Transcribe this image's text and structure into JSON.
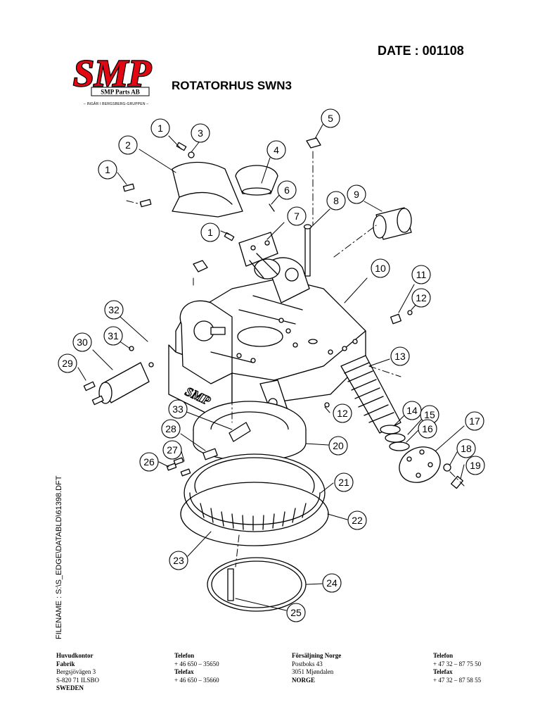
{
  "header": {
    "date": "DATE : 001108",
    "title": "ROTATORHUS SWN3",
    "logo_text": "SMP",
    "logo_subtitle": "SMP Parts AB",
    "logo_tagline": "– INGÅR I BERGSBERG-GRUPPEN –"
  },
  "filename": "FILENAME : S:\\S_EDGE\\DATABLD\\61398.DFT",
  "callouts": [
    "1",
    "3",
    "2",
    "1",
    "4",
    "5",
    "6",
    "7",
    "1",
    "8",
    "9",
    "10",
    "11",
    "12",
    "32",
    "31",
    "30",
    "29",
    "13",
    "12",
    "33",
    "14",
    "15",
    "16",
    "17",
    "28",
    "20",
    "27",
    "18",
    "26",
    "19",
    "21",
    "22",
    "23",
    "24",
    "25"
  ],
  "footer": {
    "col1": {
      "l1": "Huvudkontor",
      "l2": "Fabrik",
      "l3": "Bergsjövägen 3",
      "l4": "S-820 71 ILSBO",
      "l5": "SWEDEN"
    },
    "col2": {
      "l1": "Telefon",
      "l2": "+ 46 650 – 35650",
      "l3": "Telefax",
      "l4": "+ 46 650 – 35660"
    },
    "col3": {
      "l1": "Försäljning Norge",
      "l2": "Postboks 43",
      "l3": "3051 Mjøndalen",
      "l4": "NORGE"
    },
    "col4": {
      "l1": "Telefon",
      "l2": "+ 47 32 – 87 75 50",
      "l3": "Telefax",
      "l4": "+ 47 32 – 87 58 55"
    }
  },
  "colors": {
    "logo_red": "#e30613",
    "ink": "#000000"
  }
}
